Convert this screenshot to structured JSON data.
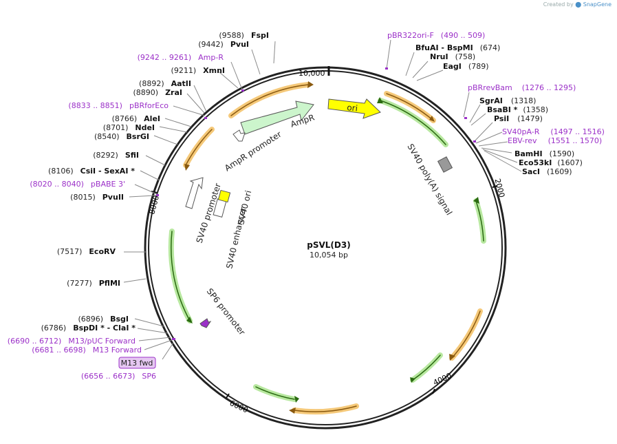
{
  "credit": {
    "prefix": "Created by",
    "brand": "SnapGene"
  },
  "plasmid": {
    "name": "pSVL(D3)",
    "length": "10,054 bp"
  },
  "ticks": [
    "10,000",
    "2000",
    "4000",
    "6000",
    "8000"
  ],
  "features": {
    "ori": "ori",
    "ampr": "AmpR",
    "ampr_promoter": "AmpR promoter",
    "sv40_polya": "SV40 poly(A) signal",
    "sv40_promoter": "SV40 promoter",
    "sv40_enhancer": "SV40 enhancer",
    "sv40_ori": "SV40 ori",
    "sp6_promoter": "SP6 promoter",
    "m13_badge": "M13 fwd"
  },
  "right_labels": [
    {
      "kind": "prim",
      "name": "pBR322ori-F",
      "pos": "(490 .. 509)"
    },
    {
      "kind": "enz",
      "name": "BfuAI - BspMI",
      "pos": "(674)"
    },
    {
      "kind": "enz",
      "name": "NruI",
      "pos": "(758)"
    },
    {
      "kind": "enz",
      "name": "EagI",
      "pos": "(789)"
    },
    {
      "kind": "prim",
      "name": "pBRrevBam",
      "pos": "(1276 .. 1295)"
    },
    {
      "kind": "enz",
      "name": "SgrAI",
      "pos": "(1318)"
    },
    {
      "kind": "enz",
      "name": "BsaBI *",
      "pos": "(1358)"
    },
    {
      "kind": "enz",
      "name": "PsiI",
      "pos": "(1479)"
    },
    {
      "kind": "prim",
      "name": "SV40pA-R",
      "pos": "(1497 .. 1516)"
    },
    {
      "kind": "prim",
      "name": "EBV-rev",
      "pos": "(1551 .. 1570)"
    },
    {
      "kind": "enz",
      "name": "BamHI",
      "pos": "(1590)"
    },
    {
      "kind": "enz",
      "name": "Eco53kI",
      "pos": "(1607)"
    },
    {
      "kind": "enz",
      "name": "SacI",
      "pos": "(1609)"
    }
  ],
  "left_labels": [
    {
      "kind": "enz",
      "name": "FspI",
      "pos": "(9588)"
    },
    {
      "kind": "enz",
      "name": "PvuI",
      "pos": "(9442)"
    },
    {
      "kind": "prim",
      "name": "Amp-R",
      "pos": "(9242 .. 9261)"
    },
    {
      "kind": "enz",
      "name": "XmnI",
      "pos": "(9211)"
    },
    {
      "kind": "enz",
      "name": "AatII",
      "pos": "(8892)"
    },
    {
      "kind": "enz",
      "name": "ZraI",
      "pos": "(8890)"
    },
    {
      "kind": "prim",
      "name": "pBRforEco",
      "pos": "(8833 .. 8851)"
    },
    {
      "kind": "enz",
      "name": "AleI",
      "pos": "(8766)"
    },
    {
      "kind": "enz",
      "name": "NdeI",
      "pos": "(8701)"
    },
    {
      "kind": "enz",
      "name": "BsrGI",
      "pos": "(8540)"
    },
    {
      "kind": "enz",
      "name": "SfiI",
      "pos": "(8292)"
    },
    {
      "kind": "enz",
      "name": "CsiI - SexAI *",
      "pos": "(8106)"
    },
    {
      "kind": "prim",
      "name": "pBABE 3'",
      "pos": "(8020 .. 8040)"
    },
    {
      "kind": "enz",
      "name": "PvuII",
      "pos": "(8015)"
    },
    {
      "kind": "enz",
      "name": "EcoRV",
      "pos": "(7517)"
    },
    {
      "kind": "enz",
      "name": "PflMI",
      "pos": "(7277)"
    },
    {
      "kind": "enz",
      "name": "BsgI",
      "pos": "(6896)"
    },
    {
      "kind": "enz",
      "name": "BspDI * - ClaI *",
      "pos": "(6786)"
    },
    {
      "kind": "prim",
      "name": "M13/pUC Forward",
      "pos": "(6690 .. 6712)"
    },
    {
      "kind": "prim",
      "name": "M13 Forward",
      "pos": "(6681 .. 6698)"
    },
    {
      "kind": "prim",
      "name": "SP6",
      "pos": "(6656 .. 6673)"
    }
  ],
  "colors": {
    "primer": "#9b30c8",
    "ori": "#ffff00",
    "ampr": "#ccf5cc",
    "orf_orange": "#f5c97a",
    "orf_green": "#b8e8a0"
  }
}
